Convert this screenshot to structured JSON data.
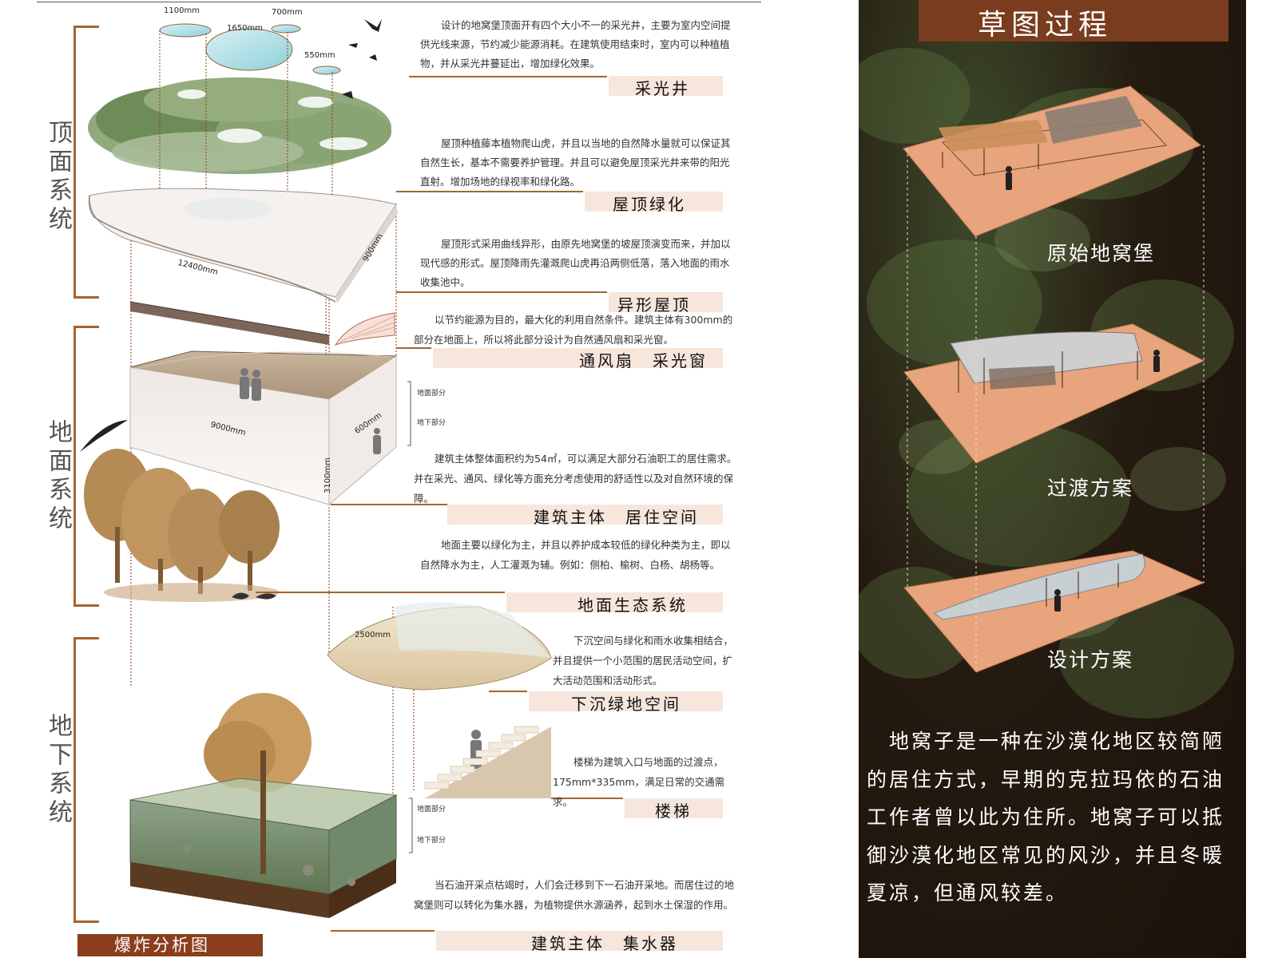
{
  "title": "爆炸分析图",
  "systems": [
    {
      "label": "顶面系统"
    },
    {
      "label": "地面系统"
    },
    {
      "label": "地下系统"
    }
  ],
  "sections": [
    {
      "title": "采光井",
      "text": "设计的地窝堡顶面开有四个大小不一的采光井，主要为室内空间提供光线来源，节约减少能源消耗。在建筑使用结束时，室内可以种植植物，并从采光井蔓延出，增加绿化效果。"
    },
    {
      "title": "屋顶绿化",
      "text": "屋顶种植藤本植物爬山虎，并且以当地的自然降水量就可以保证其自然生长，基本不需要养护管理。并且可以避免屋顶采光井来带的阳光直射。增加场地的绿视率和绿化路。"
    },
    {
      "title": "异形屋顶",
      "text": "屋顶形式采用曲线异形，由原先地窝堡的坡屋顶演变而来，并加以现代感的形式。屋顶降雨先灌溉爬山虎再沿两侧低落，落入地面的雨水收集池中。"
    },
    {
      "title": "通风扇　采光窗",
      "text": "以节约能源为目的，最大化的利用自然条件。建筑主体有300mm的部分在地面上，所以将此部分设计为自然通风扇和采光窗。"
    },
    {
      "title": "建筑主体　居住空间",
      "text": "建筑主体整体面积约为54㎡，可以满足大部分石油职工的居住需求。并在采光、通风、绿化等方面充分考虑使用的舒适性以及对自然环境的保障。"
    },
    {
      "title": "地面生态系统",
      "text": "地面主要以绿化为主，并且以养护成本较低的绿化种类为主，即以自然降水为主，人工灌溉为辅。例如：侧柏、榆树、白杨、胡杨等。"
    },
    {
      "title": "下沉绿地空间",
      "text": "下沉空间与绿化和雨水收集相结合，并且提供一个小范围的居民活动空间，扩大活动范围和活动形式。"
    },
    {
      "title": "楼梯",
      "text": "楼梯为建筑入口与地面的过渡点，175mm*335mm，满足日常的交通需求。"
    },
    {
      "title": "建筑主体　集水器",
      "text": "当石油开采点枯竭时，人们会迁移到下一石油开采地。而居住过的地窝堡则可以转化为集水器，为植物提供水源涵养，起到水土保湿的作用。"
    }
  ],
  "dimensions": {
    "well1": "1100mm",
    "well2": "1650mm",
    "well3": "700mm",
    "well4": "550mm",
    "roof_len": "12400mm",
    "roof_wid": "900mm",
    "body_len": "9000mm",
    "body_wid": "600mm",
    "body_height": "3100mm",
    "sunken_depth": "2500mm"
  },
  "levels": {
    "above": "地面部分",
    "below": "地下部分"
  },
  "right_panel": {
    "title": "草图过程",
    "stages": [
      "原始地窝堡",
      "过渡方案",
      "设计方案"
    ],
    "intro": "地窝子是一种在沙漠化地区较简陋的居住方式，早期的克拉玛依的石油工作者曾以此为住所。地窝子可以抵御沙漠化地区常见的风沙，并且冬暖夏凉，但通风较差。"
  },
  "colors": {
    "accent": "#a4642f",
    "tag": "#f6e6dc",
    "title_box": "#8b3e1d",
    "right_title": "#7a3c1e",
    "sketch_plate": "#e8a47c",
    "tree": "#a67c45",
    "foliage": "#6f8f55"
  }
}
